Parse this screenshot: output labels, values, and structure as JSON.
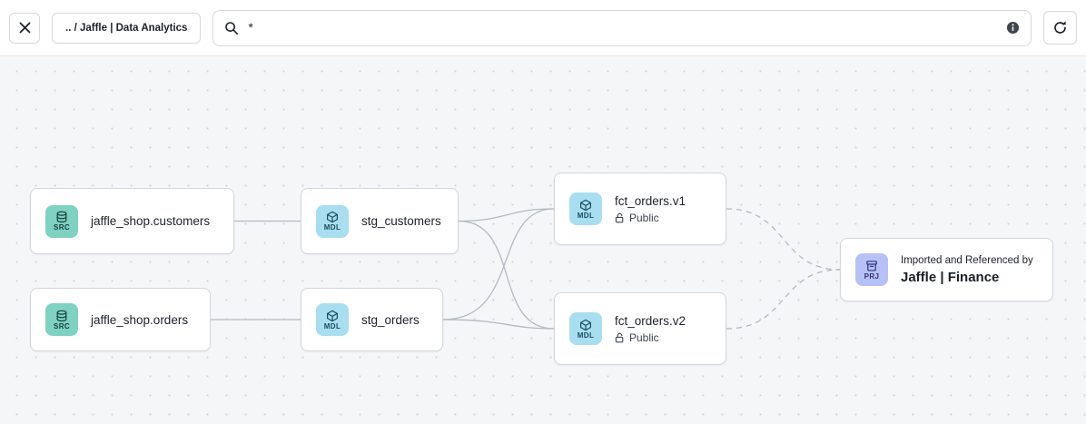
{
  "toolbar": {
    "close": {
      "icon": "x"
    },
    "breadcrumb": {
      "label": ".. / Jaffle | Data Analytics"
    },
    "search": {
      "icon": "magnifier",
      "value": "*",
      "placeholder": "",
      "info_icon": "info-circle"
    },
    "refresh": {
      "icon": "refresh-arrow"
    }
  },
  "canvas": {
    "nodes": [
      {
        "id": "jaffle_shop.customers",
        "type": "source",
        "badge": "SRC",
        "title": "jaffle_shop.customers"
      },
      {
        "id": "jaffle_shop.orders",
        "type": "source",
        "badge": "SRC",
        "title": "jaffle_shop.orders"
      },
      {
        "id": "stg_customers",
        "type": "model",
        "badge": "MDL",
        "title": "stg_customers"
      },
      {
        "id": "stg_orders",
        "type": "model",
        "badge": "MDL",
        "title": "stg_orders"
      },
      {
        "id": "fct_orders.v1",
        "type": "model",
        "badge": "MDL",
        "title": "fct_orders.v1",
        "access": "Public"
      },
      {
        "id": "fct_orders.v2",
        "type": "model",
        "badge": "MDL",
        "title": "fct_orders.v2",
        "access": "Public"
      },
      {
        "id": "jaffle_finance",
        "type": "project",
        "badge": "PRJ",
        "pretitle": "Imported and Referenced by",
        "title": "Jaffle | Finance"
      }
    ],
    "edges": [
      {
        "from": "jaffle_shop.customers",
        "to": "stg_customers",
        "style": "solid"
      },
      {
        "from": "jaffle_shop.orders",
        "to": "stg_orders",
        "style": "solid"
      },
      {
        "from": "stg_customers",
        "to": "fct_orders.v1",
        "style": "solid"
      },
      {
        "from": "stg_customers",
        "to": "fct_orders.v2",
        "style": "solid"
      },
      {
        "from": "stg_orders",
        "to": "fct_orders.v1",
        "style": "solid"
      },
      {
        "from": "stg_orders",
        "to": "fct_orders.v2",
        "style": "solid"
      },
      {
        "from": "fct_orders.v1",
        "to": "jaffle_finance",
        "style": "dashed"
      },
      {
        "from": "fct_orders.v2",
        "to": "jaffle_finance",
        "style": "dashed"
      }
    ],
    "colors": {
      "source_badge_bg": "#7fd1c1",
      "model_badge_bg": "#a9def1",
      "project_badge_bg": "#b7c1f5",
      "canvas_bg": "#f5f6f8",
      "edge_stroke": "#b3bac2",
      "node_border": "#d3d7dc"
    }
  }
}
